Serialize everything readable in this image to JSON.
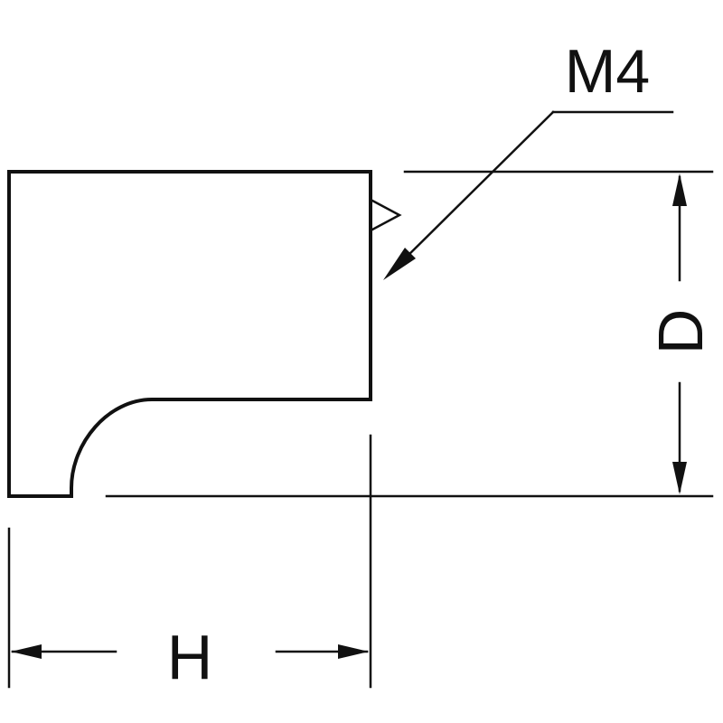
{
  "diagram": {
    "thread_label": "M4",
    "height_label": "D",
    "width_label": "H"
  },
  "colors": {
    "line": "#111111",
    "background": "#ffffff"
  }
}
